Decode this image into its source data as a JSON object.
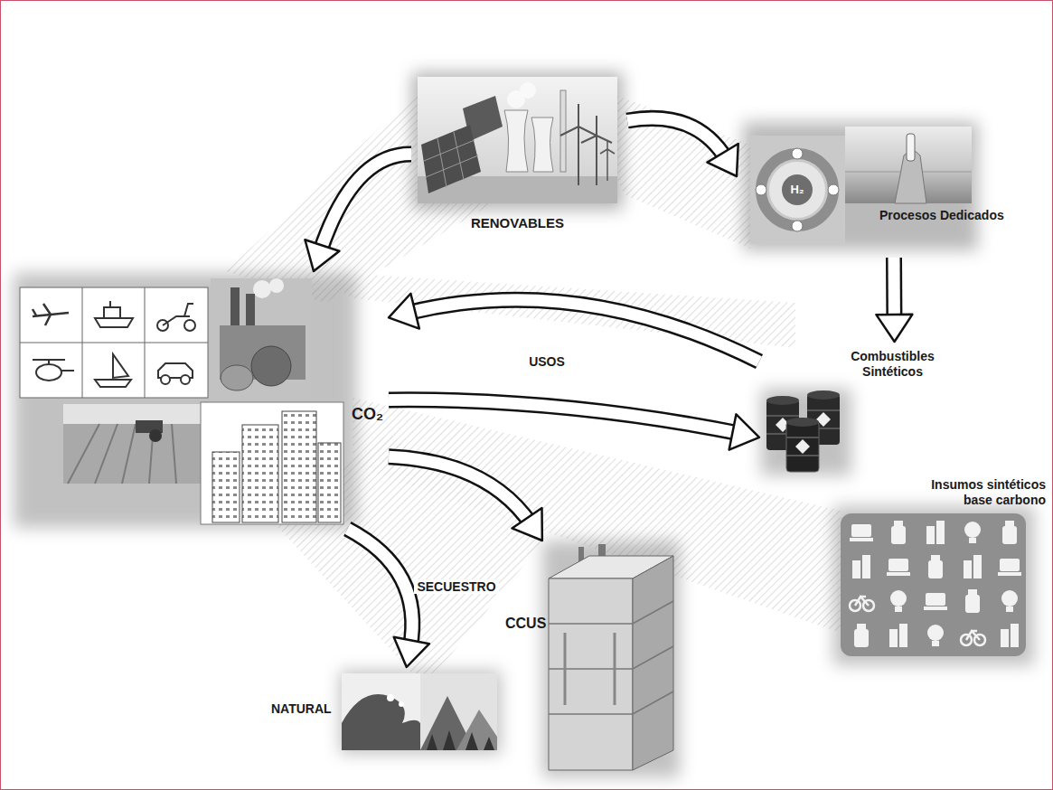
{
  "diagram": {
    "nodes": [
      {
        "text": [
          "RENOVABLES"
        ]
      },
      {
        "text": [
          "Procesos Dedicados"
        ]
      },
      {
        "text": [
          "Combustibles Sintéticos"
        ]
      },
      {
        "text": [
          "Insumos sintéticos base carbono"
        ]
      },
      {
        "text": [
          "CO₂"
        ]
      },
      {
        "text": [
          "CCUS"
        ]
      },
      {
        "text": [
          "NATURAL"
        ]
      }
    ],
    "edges": [
      {
        "from": 0,
        "to": 4,
        "arrow": "to"
      },
      {
        "from": 0,
        "to": 1,
        "arrow": "to"
      },
      {
        "from": 1,
        "to": 2,
        "arrow": "to"
      },
      {
        "from": 2,
        "to": 4,
        "arrow": "to",
        "label": "USOS"
      },
      {
        "from": 4,
        "to": 2,
        "arrow": "to"
      },
      {
        "from": 4,
        "to": 5,
        "arrow": "to"
      },
      {
        "from": 4,
        "to": 6,
        "arrow": "to",
        "label": "SECUESTRO"
      }
    ],
    "labels": [
      "H₂"
    ]
  }
}
